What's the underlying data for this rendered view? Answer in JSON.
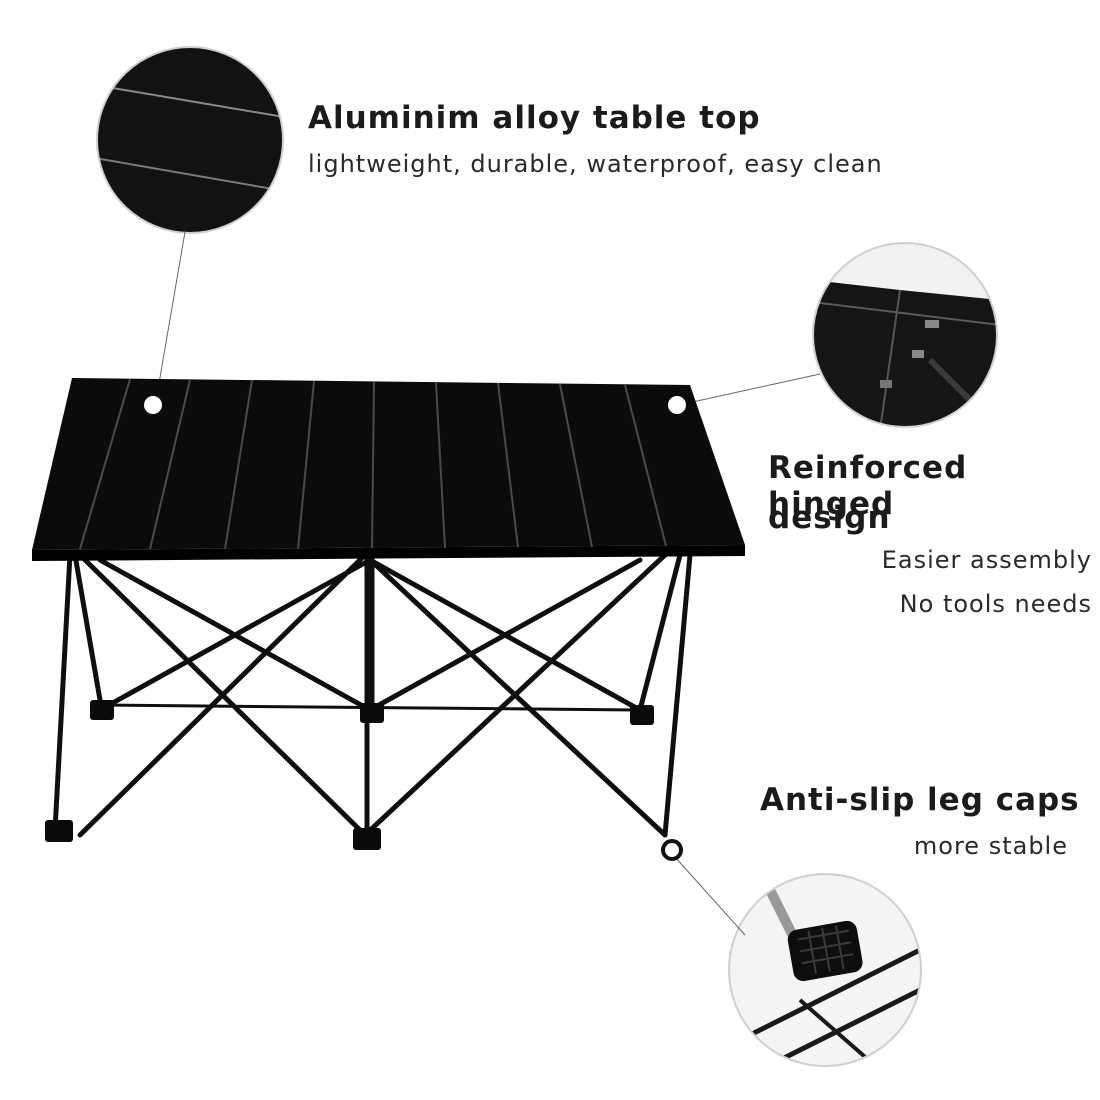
{
  "callouts": {
    "tabletop": {
      "title": "Aluminim alloy table top",
      "subtitle": "lightweight, durable, waterproof, easy clean"
    },
    "hinge": {
      "title_line1": "Reinforced hinged",
      "title_line2": "design",
      "subtitle_line1": "Easier assembly",
      "subtitle_line2": "No tools needs"
    },
    "legcaps": {
      "title": "Anti-slip leg caps",
      "subtitle": "more stable"
    }
  },
  "colors": {
    "table": "#0d0d0d",
    "slat_highlight": "#4a4a4a",
    "leader_line": "#555555",
    "text": "#1b1b1b"
  }
}
